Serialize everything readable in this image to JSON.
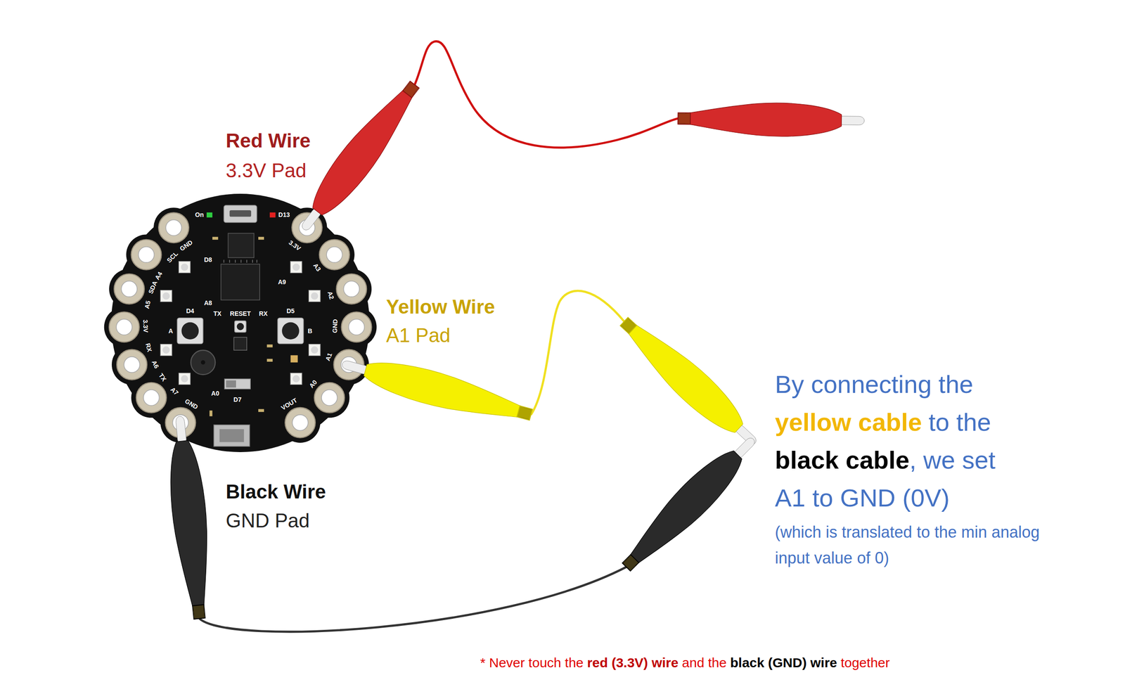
{
  "diagram": {
    "labels": [
      "Red Wire",
      "3.3V Pad",
      "Yellow Wire",
      "A1 Pad",
      "Black Wire",
      "GND Pad",
      "By connecting the",
      "yellow cable",
      "to the",
      "black cable",
      ", we set",
      "A1 to GND (0V)",
      "(which is translated to the min analog input value of 0)",
      "* Never touch the",
      "red (3.3V) wire",
      "and the",
      "black (GND) wire",
      "together",
      "On",
      "D13",
      "GND",
      "SCL",
      "A4",
      "SDA",
      "A5",
      "3.3V",
      "RX",
      "A6",
      "TX",
      "A7",
      "GND",
      "D8",
      "A8",
      "A9",
      "D4",
      "TX",
      "RESET",
      "RX",
      "D5",
      "A",
      "B",
      "A0",
      "D7",
      "3.3V",
      "A3",
      "A2",
      "GND",
      "A1",
      "A0",
      "VOUT"
    ]
  }
}
